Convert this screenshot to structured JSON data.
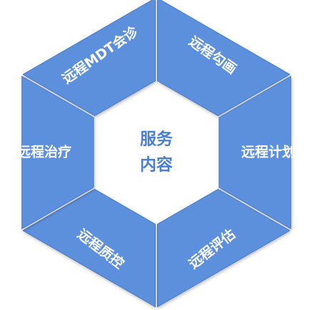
{
  "center": {
    "line1": "服务",
    "line2": "内容"
  },
  "segments": [
    {
      "label": "远程MDT会诊"
    },
    {
      "label": "远程勾画"
    },
    {
      "label": "远程计划"
    },
    {
      "label": "远程评估"
    },
    {
      "label": "远程质控"
    },
    {
      "label": "远程治疗"
    }
  ],
  "colors": {
    "segment": "#5b8fdc",
    "segment_edge": "#4a7bc8",
    "center_text": "#4a7fd0"
  }
}
